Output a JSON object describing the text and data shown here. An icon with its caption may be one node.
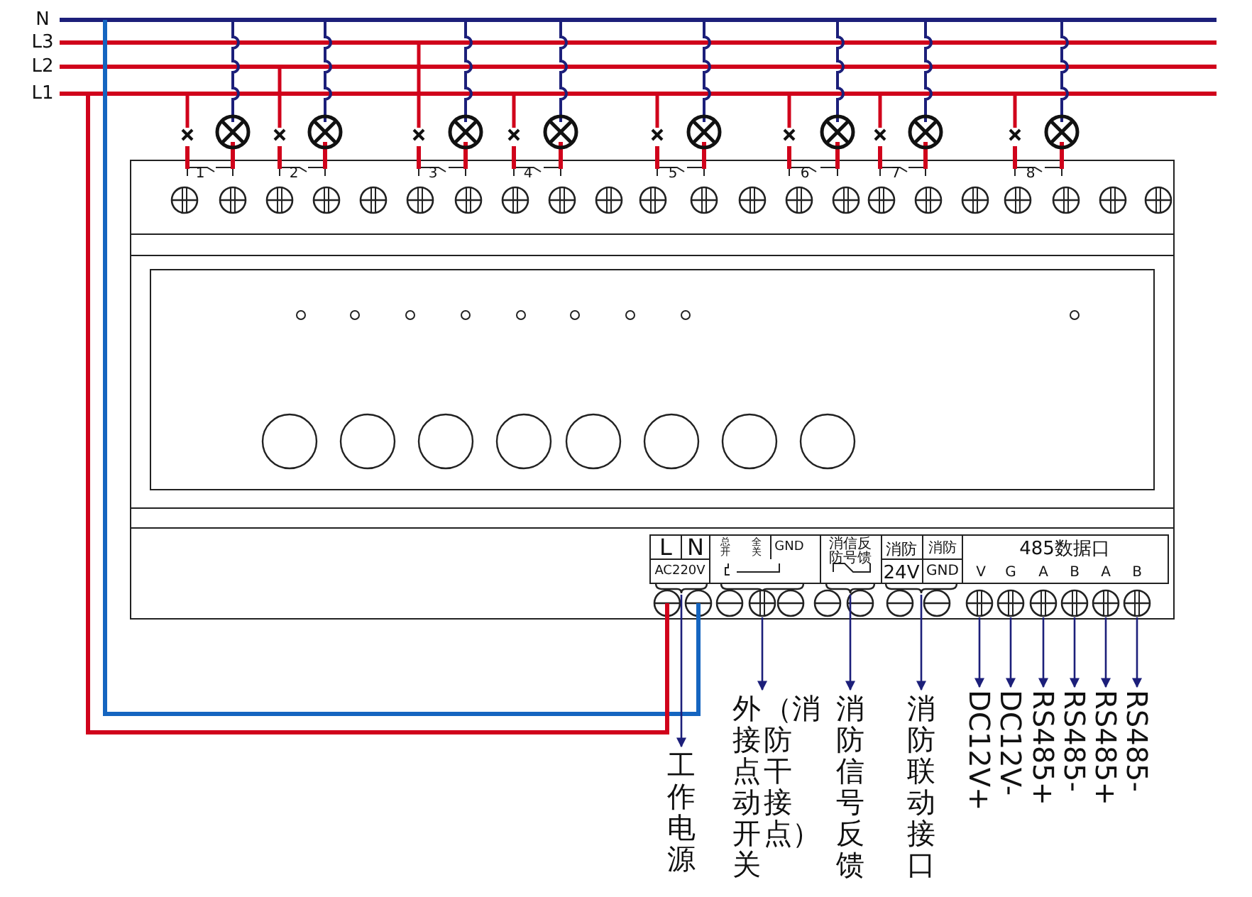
{
  "diagram": {
    "nodes": [
      {
        "text": [],
        "shape": "brace",
        "beside": [
          "AC220V"
        ]
      },
      {
        "text": [],
        "shape": "circle"
      },
      {
        "text": [],
        "shape": "brace"
      },
      {
        "text": [],
        "shape": "brace"
      },
      {
        "text": [],
        "shape": "circle"
      },
      {
        "text": [],
        "shape": "circle"
      },
      {
        "text": [],
        "shape": "circle"
      },
      {
        "text": [],
        "shape": "circle"
      },
      {
        "text": [],
        "shape": "circle"
      },
      {
        "text": [],
        "shape": "circle"
      },
      {
        "text": [
          "工作电源"
        ]
      },
      {
        "text": [
          "外接点动开关",
          "（消防干接点）"
        ]
      },
      {
        "text": [
          "消防信号反馈"
        ]
      },
      {
        "text": [
          "消防联动接口"
        ]
      },
      {
        "text": [
          "DC12V+"
        ]
      },
      {
        "text": [
          "DC12V-"
        ]
      },
      {
        "text": [
          "RS485+"
        ]
      },
      {
        "text": [
          "RS485-"
        ]
      },
      {
        "text": [
          "RS485+"
        ]
      },
      {
        "text": [
          "RS485-"
        ]
      }
    ],
    "edges": [
      {
        "from": 0,
        "to": 10,
        "arrow": "to"
      },
      {
        "from": 1,
        "to": 11,
        "arrow": "to"
      },
      {
        "from": 2,
        "to": 12,
        "arrow": "to"
      },
      {
        "from": 3,
        "to": 13,
        "arrow": "to"
      },
      {
        "from": 4,
        "to": 14,
        "arrow": "to"
      },
      {
        "from": 5,
        "to": 15,
        "arrow": "to"
      },
      {
        "from": 6,
        "to": 16,
        "arrow": "to"
      },
      {
        "from": 7,
        "to": 17,
        "arrow": "to"
      },
      {
        "from": 8,
        "to": 18,
        "arrow": "to"
      },
      {
        "from": 9,
        "to": 19,
        "arrow": "to"
      }
    ],
    "labels": [
      "N",
      "L3",
      "L2",
      "L1",
      "1",
      "2",
      "3",
      "4",
      "5",
      "6",
      "7",
      "8",
      "L",
      "N",
      "总开",
      "全关",
      "GND",
      "消信反",
      "防号馈",
      "消防",
      "消防",
      "24V",
      "GND",
      "485数据口",
      "V",
      "G",
      "A",
      "B",
      "A",
      "B"
    ]
  }
}
